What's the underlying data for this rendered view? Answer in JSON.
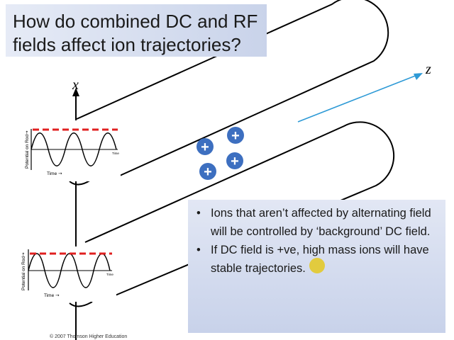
{
  "title": "How do combined DC and RF fields affect ion trajectories?",
  "axis": {
    "x_label": "x",
    "z_label": "z"
  },
  "ions": {
    "symbol": "+",
    "count": 4
  },
  "graphs": [
    {
      "y_label": "Potential on Rod",
      "x_label": "Time",
      "arrow": "→",
      "end_tick": "Time"
    },
    {
      "y_label": "Potential on Rod",
      "x_label": "Time",
      "arrow": "→",
      "end_tick": "Time"
    }
  ],
  "bullets": [
    "Ions that aren’t affected by alternating field will be controlled by ‘background’ DC field.",
    "If DC field is +ve, high mass ions will have stable trajectories."
  ],
  "bullet_symbol": "•",
  "credit": "© 2007 Thomson Higher Education",
  "colors": {
    "title_bg": "#d5ddf0",
    "ion_fill": "#3d6fc0",
    "dc_line": "#e02020",
    "z_arrow": "#2e9ad6",
    "pointer": "#e4c81e"
  }
}
